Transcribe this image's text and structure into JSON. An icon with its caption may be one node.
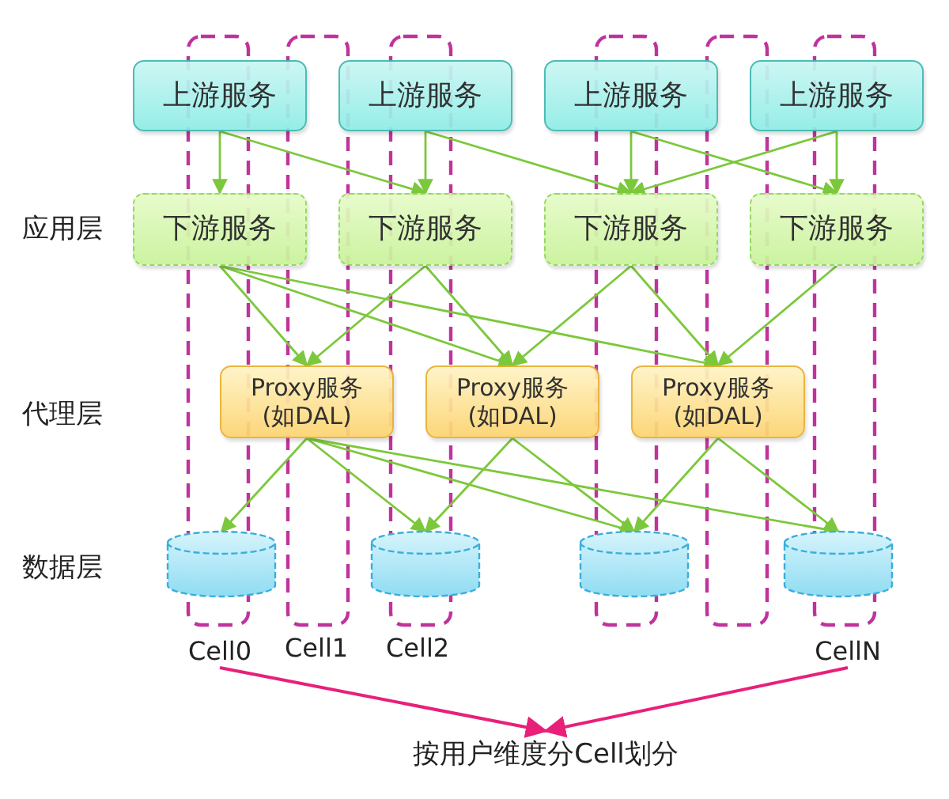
{
  "diagram": {
    "nodes": [
      {
        "text": [
          "上游服务"
        ]
      },
      {
        "text": [
          "上游服务"
        ]
      },
      {
        "text": [
          "上游服务"
        ]
      },
      {
        "text": [
          "上游服务"
        ]
      },
      {
        "text": [
          "下游服务"
        ]
      },
      {
        "text": [
          "下游服务"
        ]
      },
      {
        "text": [
          "下游服务"
        ]
      },
      {
        "text": [
          "下游服务"
        ]
      },
      {
        "text": [
          "Proxy服务 (如DAL)"
        ]
      },
      {
        "text": [
          "Proxy服务 (如DAL)"
        ]
      },
      {
        "text": [
          "Proxy服务 (如DAL)"
        ]
      },
      {
        "text": [],
        "shape": "cylinder"
      },
      {
        "text": [],
        "shape": "cylinder"
      },
      {
        "text": [],
        "shape": "cylinder"
      },
      {
        "text": [],
        "shape": "cylinder"
      },
      {
        "text": [
          "Cell0"
        ]
      },
      {
        "text": [
          "CellN"
        ]
      },
      {
        "text": [
          "按用户维度分Cell划分"
        ]
      }
    ],
    "edges": [
      {
        "from": 0,
        "to": 4,
        "arrow": "to"
      },
      {
        "from": 0,
        "to": 5,
        "arrow": "to"
      },
      {
        "from": 1,
        "to": 5,
        "arrow": "to"
      },
      {
        "from": 1,
        "to": 6,
        "arrow": "to"
      },
      {
        "from": 2,
        "to": 6,
        "arrow": "to"
      },
      {
        "from": 2,
        "to": 7,
        "arrow": "to"
      },
      {
        "from": 3,
        "to": 6,
        "arrow": "to"
      },
      {
        "from": 3,
        "to": 7,
        "arrow": "to"
      },
      {
        "from": 4,
        "to": 8,
        "arrow": "to"
      },
      {
        "from": 4,
        "to": 9,
        "arrow": "to"
      },
      {
        "from": 4,
        "to": 10,
        "arrow": "to"
      },
      {
        "from": 5,
        "to": 8,
        "arrow": "to"
      },
      {
        "from": 5,
        "to": 9,
        "arrow": "to"
      },
      {
        "from": 6,
        "to": 9,
        "arrow": "to"
      },
      {
        "from": 6,
        "to": 10,
        "arrow": "to"
      },
      {
        "from": 7,
        "to": 10,
        "arrow": "to"
      },
      {
        "from": 8,
        "to": 11,
        "arrow": "to"
      },
      {
        "from": 8,
        "to": 12,
        "arrow": "to"
      },
      {
        "from": 8,
        "to": 13,
        "arrow": "to"
      },
      {
        "from": 8,
        "to": 14,
        "arrow": "to"
      },
      {
        "from": 9,
        "to": 12,
        "arrow": "to"
      },
      {
        "from": 9,
        "to": 13,
        "arrow": "to"
      },
      {
        "from": 10,
        "to": 13,
        "arrow": "to"
      },
      {
        "from": 10,
        "to": 14,
        "arrow": "to"
      },
      {
        "from": 15,
        "to": 17,
        "arrow": "to",
        "color": "#e8207a"
      },
      {
        "from": 16,
        "to": 17,
        "arrow": "to",
        "color": "#e8207a"
      }
    ],
    "labels": [
      "应用层",
      "代理层",
      "数据层",
      "Cell1",
      "Cell2"
    ]
  }
}
